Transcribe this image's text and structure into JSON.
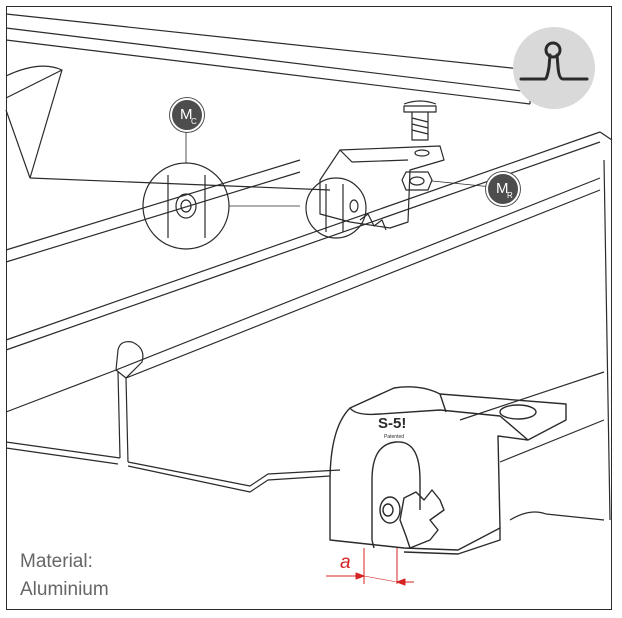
{
  "badges": {
    "mc": {
      "main": "M",
      "sub": "C"
    },
    "mr": {
      "main": "M",
      "sub": "R"
    }
  },
  "dimension": {
    "label": "a"
  },
  "material": {
    "line1": "Material:",
    "line2": "Aluminium"
  },
  "clamp_marking": {
    "logo": "S-5!",
    "sub": "Patented"
  },
  "colors": {
    "line": "#2b2b2b",
    "badge": "#4d4d4d",
    "accent": "#d42323",
    "icon_bg": "#d9d9d9",
    "text_gray": "#666666"
  },
  "icons": {
    "profile": "standing-seam-profile-icon"
  }
}
